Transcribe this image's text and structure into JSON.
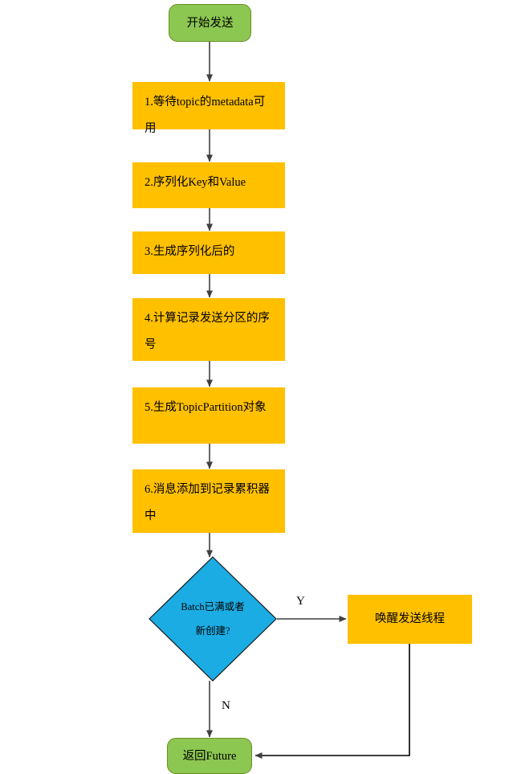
{
  "diagram": {
    "title": "Kafka Producer send flow",
    "colors": {
      "process_fill": "#FFC000",
      "terminator_fill": "#8CC751",
      "decision_fill": "#1BACE3",
      "edge_stroke": "#3F3F3F",
      "text": "#000000",
      "background": "#FFFFFF"
    },
    "nodes": {
      "start": {
        "label": "开始发送",
        "shape": "terminator"
      },
      "step1": {
        "label": "1.等待topic的metadata可用",
        "shape": "process"
      },
      "step2": {
        "label": "2.序列化Key和Value",
        "shape": "process"
      },
      "step3": {
        "label": "3.生成序列化后的",
        "shape": "process"
      },
      "step4": {
        "label": "4.计算记录发送分区的序\n号",
        "shape": "process"
      },
      "step5": {
        "label": "5.生成TopicPartition对象",
        "shape": "process"
      },
      "step6": {
        "label": "6.消息添加到记录累积器\n中",
        "shape": "process"
      },
      "decision": {
        "line1": "Batch已满或者",
        "line2": "新创建?",
        "shape": "decision"
      },
      "wakeup": {
        "label": "唤醒发送线程",
        "shape": "process"
      },
      "end": {
        "label": "返回Future",
        "shape": "terminator"
      }
    },
    "edges": {
      "yes_label": "Y",
      "no_label": "N"
    }
  }
}
